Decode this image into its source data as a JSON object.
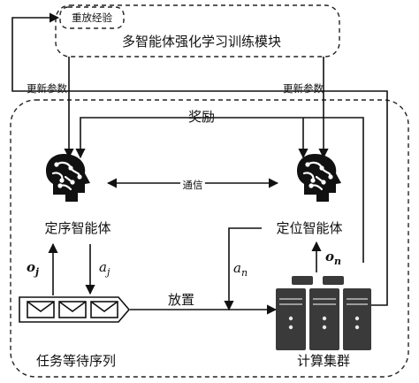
{
  "diagram": {
    "top_module_title": "多智能体强化学习训练模块",
    "replay_label": "重放经验",
    "update_params_left": "更新参数",
    "update_params_right": "更新参数",
    "reward_label": "奖励",
    "communication_label": "通信",
    "scheduling_agent_label": "定序智能体",
    "placement_agent_label": "定位智能体",
    "o_j_base": "o",
    "o_j_sub": "j",
    "a_j_base": "a",
    "a_j_sub": "j",
    "a_n_base": "a",
    "a_n_sub": "n",
    "o_n_base": "o",
    "o_n_sub": "n",
    "place_label": "放置",
    "task_queue_label": "任务等待序列",
    "cluster_label": "计算集群"
  },
  "icons": {
    "left_agent": "brain-icon",
    "right_agent": "brain-icon",
    "queue": "envelope-queue-icon",
    "cluster": "server-cluster-icon"
  }
}
